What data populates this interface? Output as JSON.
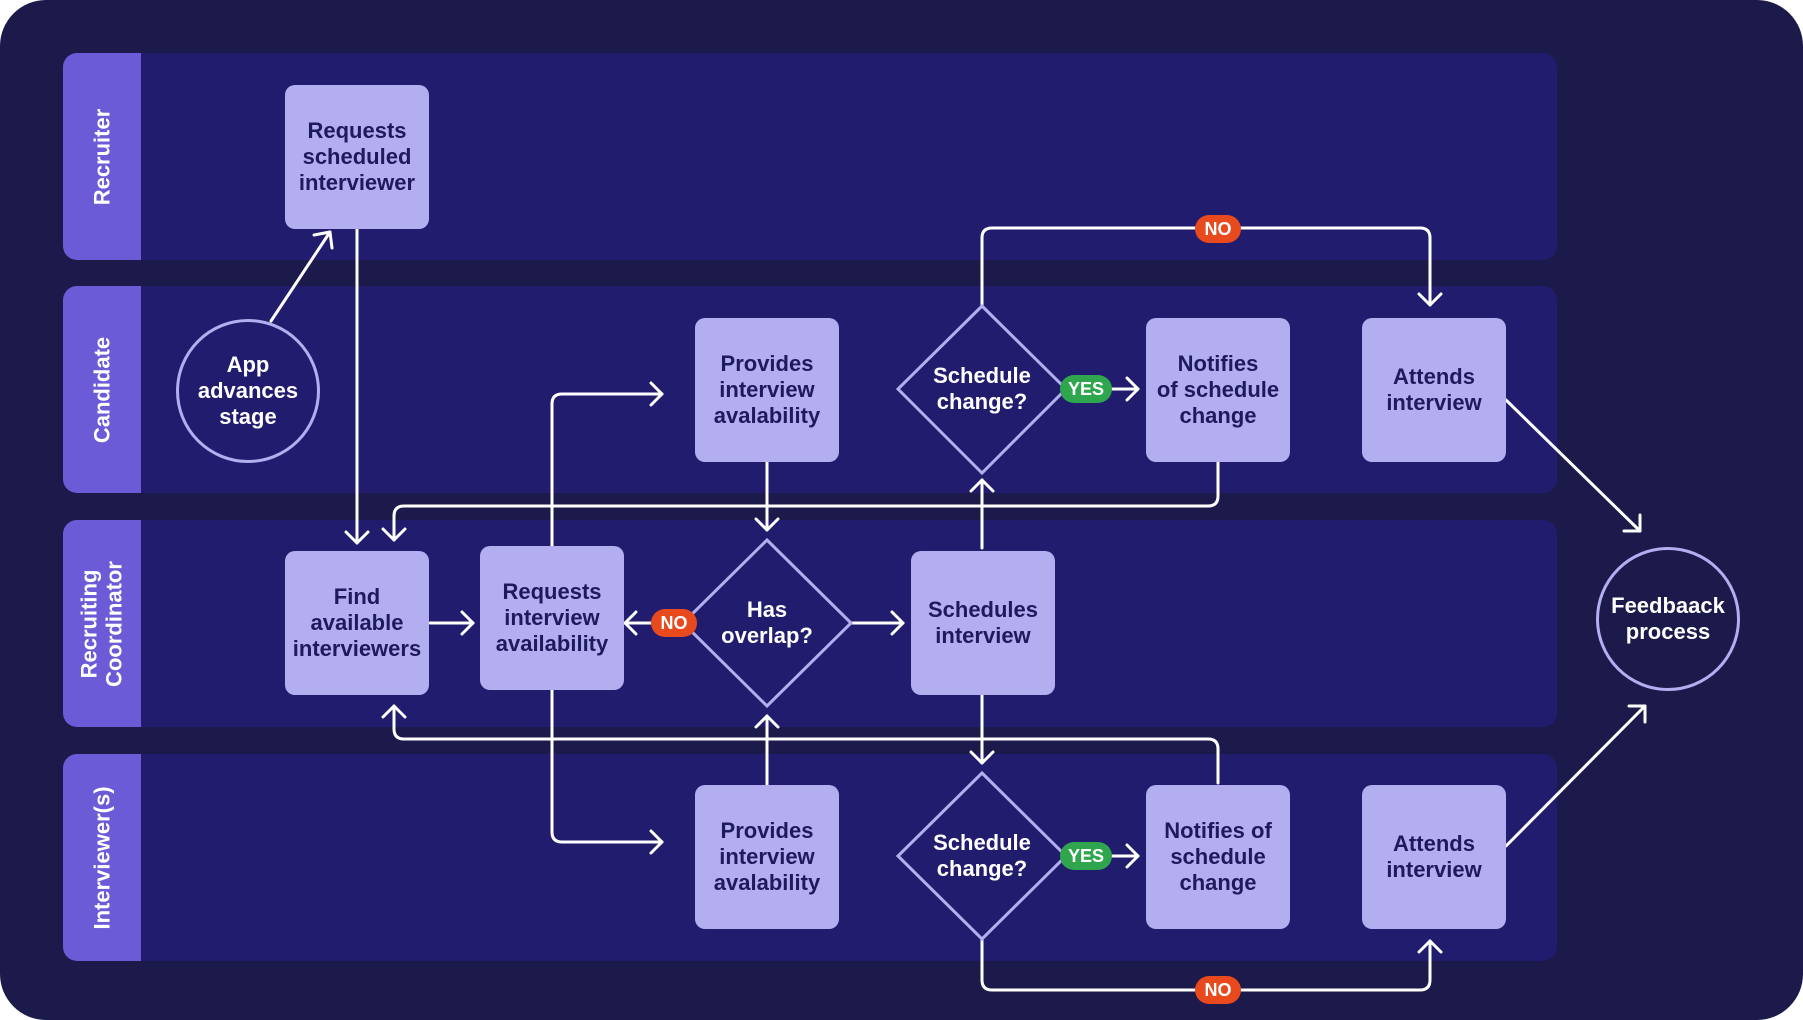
{
  "lanes": {
    "recruiter": "Recruiter",
    "candidate": "Candidate",
    "coordinator": "Recruiting\nCoordinator",
    "interviewers": "Interviewer(s)"
  },
  "nodes": {
    "requests_scheduled_interviewer": "Requests\nscheduled\ninterviewer",
    "app_advances_stage": "App\nadvances\nstage",
    "candidate_provides_availability": "Provides\ninterview\navalability",
    "candidate_schedule_change": "Schedule\nchange?",
    "candidate_notifies_change": "Notifies\nof schedule\nchange",
    "candidate_attends_interview": "Attends\ninterview",
    "find_available_interviewers": "Find\navailable\ninterviewers",
    "requests_interview_availability": "Requests\ninterview\navailability",
    "has_overlap": "Has\noverlap?",
    "schedules_interview": "Schedules\ninterview",
    "feedback_process": "Feedbaack\nprocess",
    "interviewer_provides_availability": "Provides\ninterview\navalability",
    "interviewer_schedule_change": "Schedule\nchange?",
    "interviewer_notifies_change": "Notifies of\nschedule\nchange",
    "interviewer_attends_interview": "Attends\ninterview"
  },
  "badges": {
    "no": "NO",
    "yes": "YES"
  },
  "colors": {
    "frame": "#1c1a4b",
    "lane": "#221c6e",
    "lane_label": "#6b5bd6",
    "box": "#b2aef0",
    "no_badge": "#e8491d",
    "yes_badge": "#2fa54e"
  }
}
